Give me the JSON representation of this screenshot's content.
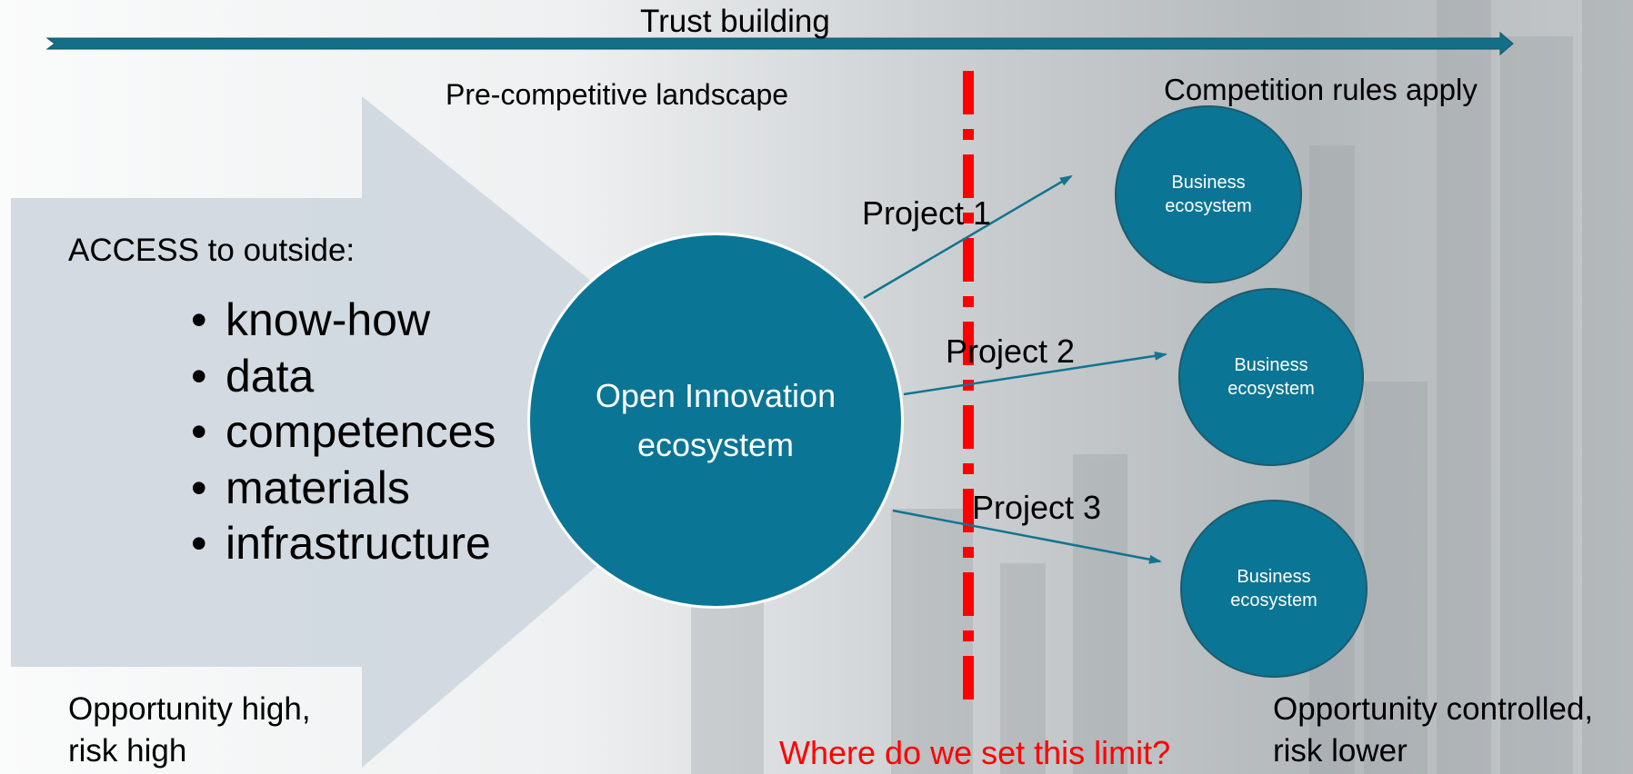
{
  "trust_label": "Trust building",
  "pre_competitive_label": "Pre-competitive landscape",
  "competition_label": "Competition rules apply",
  "access_label": "ACCESS to outside:",
  "access_items": [
    "know-how",
    "data",
    "competences",
    "materials",
    "infrastructure"
  ],
  "central_circle_label": "Open Innovation\necosystem",
  "projects": [
    "Project 1",
    "Project 2",
    "Project 3"
  ],
  "business_circles": [
    "Business\necosystem",
    "Business\necosystem",
    "Business\necosystem"
  ],
  "opportunity_left": "Opportunity high,\nrisk high",
  "opportunity_right": "Opportunity controlled,\nrisk lower",
  "limit_question": "Where do we set this limit?",
  "colors": {
    "ecosystem_teal": "#0b7595",
    "access_arrow": "#cfd7de",
    "limit_line": "#ff0000",
    "project_arrow": "#13748f"
  }
}
